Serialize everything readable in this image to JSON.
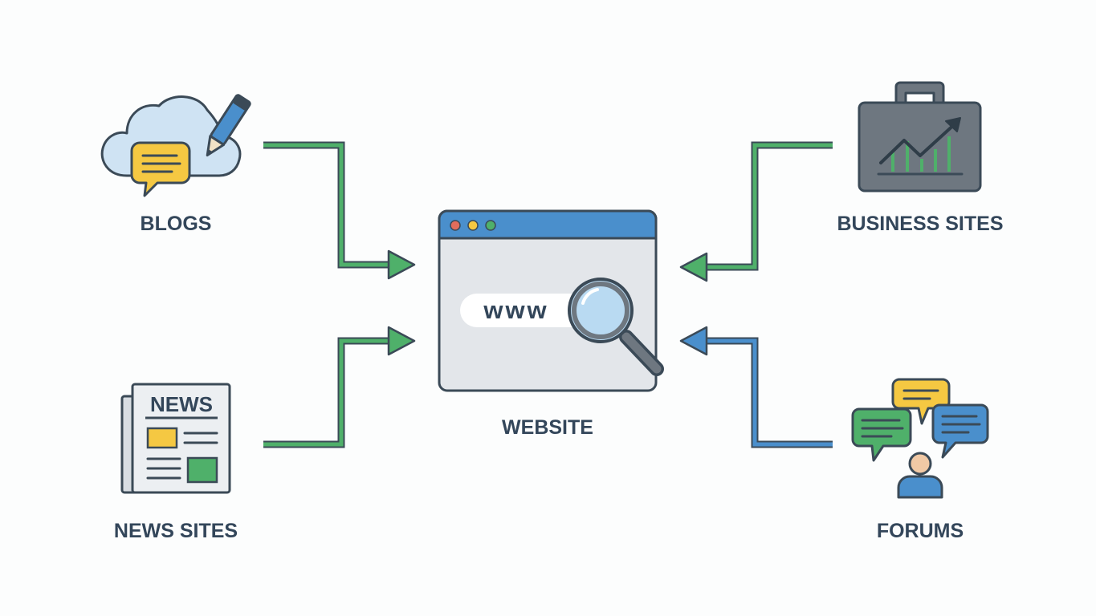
{
  "diagram": {
    "center": {
      "label": "WEBSITE",
      "address_text": "www"
    },
    "sources": [
      {
        "id": "blogs",
        "label": "BLOGS",
        "icon": "blog-cloud-pen-icon"
      },
      {
        "id": "news",
        "label": "NEWS SITES",
        "icon": "newspaper-icon",
        "badge_text": "NEWS"
      },
      {
        "id": "business",
        "label": "BUSINESS SITES",
        "icon": "briefcase-chart-icon"
      },
      {
        "id": "forums",
        "label": "FORUMS",
        "icon": "forum-chat-bubbles-icon"
      }
    ]
  },
  "colors": {
    "outline": "#3b4a57",
    "label_text": "#33465a",
    "green_arrow": "#4fb06a",
    "blue_arrow": "#4a8fcc",
    "browser_bar": "#4a8fcc",
    "yellow": "#f5c842",
    "light_blue": "#c6e0f3"
  }
}
